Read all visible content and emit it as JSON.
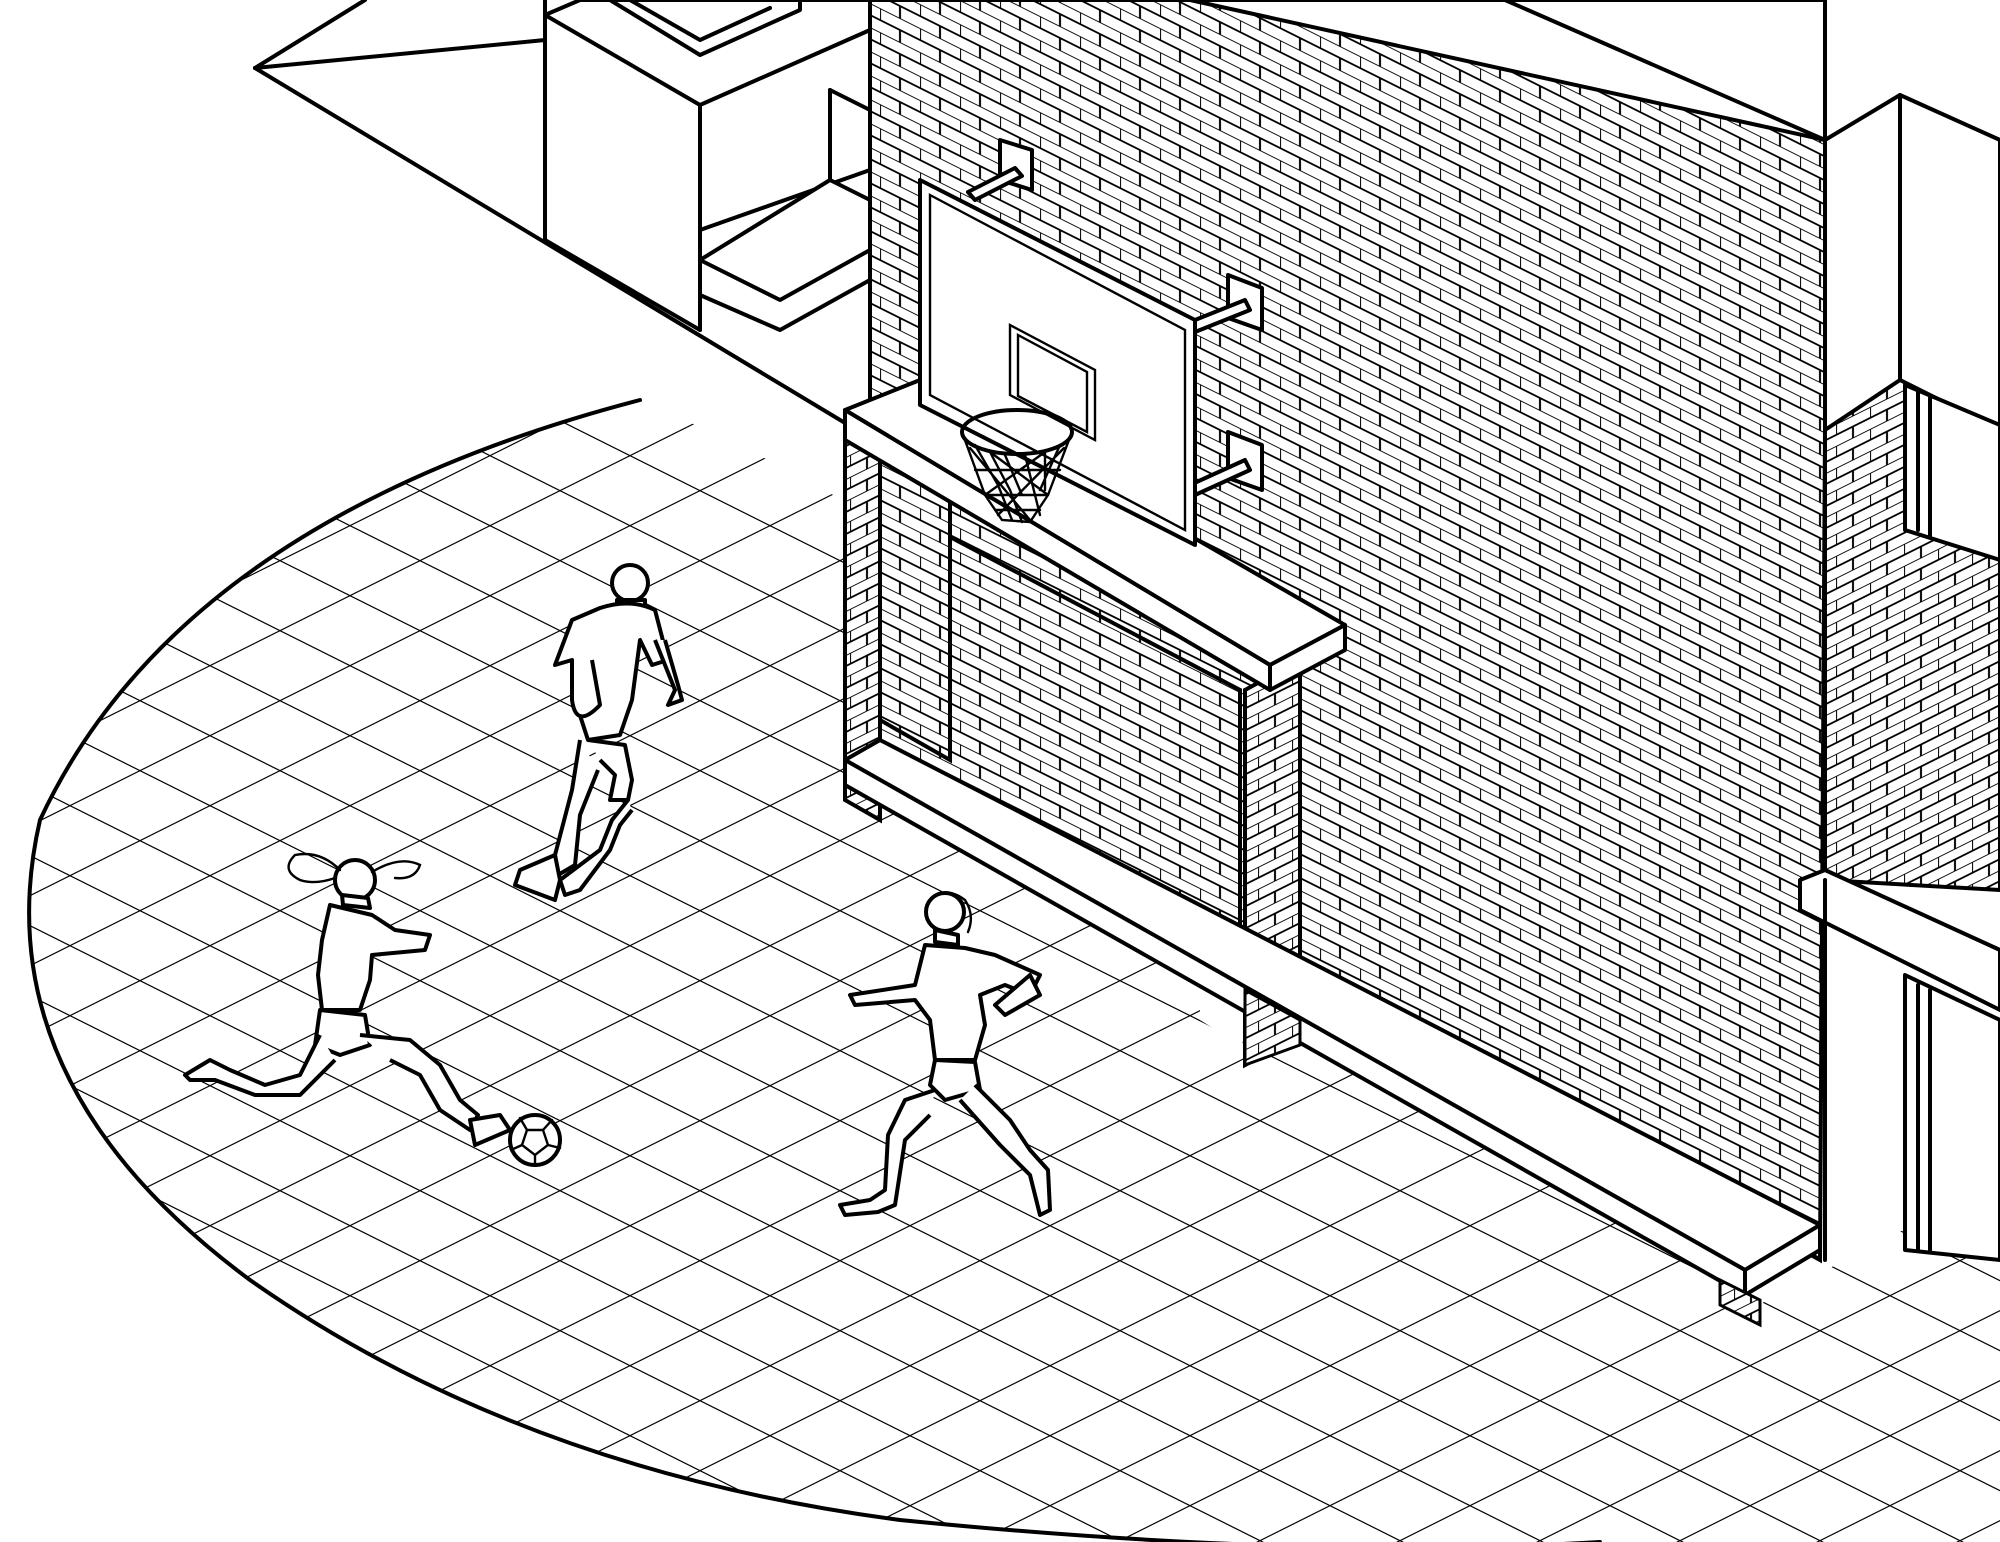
{
  "scene": {
    "colors": {
      "background": "#ffffff",
      "line": "#000000"
    },
    "figures": [
      {
        "icon": "person-running-icon"
      },
      {
        "icon": "person-kicking-ball-icon"
      },
      {
        "icon": "person-running-icon"
      }
    ],
    "objects": [
      "basketball-hoop-icon",
      "soccer-ball-icon",
      "brick-wall",
      "tiled-court",
      "bench",
      "goal-alcove"
    ]
  }
}
